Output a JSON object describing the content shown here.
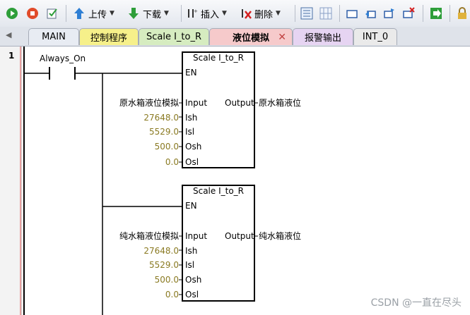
{
  "toolbar": {
    "upload_label": "上传",
    "download_label": "下载",
    "insert_label": "插入",
    "delete_label": "删除"
  },
  "tabs": [
    {
      "label": "MAIN",
      "color": "#e8ecf3"
    },
    {
      "label": "控制程序",
      "color": "#f6f08a"
    },
    {
      "label": "Scale I_to_R",
      "color": "#d6ecc0"
    },
    {
      "label": "液位模拟",
      "color": "#f6cacb",
      "active": true
    },
    {
      "label": "报警输出",
      "color": "#e6d4f2"
    },
    {
      "label": "INT_0",
      "color": "#eaeaea"
    }
  ],
  "network": {
    "number": "1"
  },
  "contact": {
    "label": "Always_On"
  },
  "blocks": [
    {
      "title": "Scale I_to_R",
      "en": "EN",
      "pins": [
        "Input",
        "Ish",
        "Isl",
        "Osh",
        "Osl"
      ],
      "output_pin": "Output",
      "input_var": "原水箱液位模拟",
      "values": [
        "27648.0",
        "5529.0",
        "500.0",
        "0.0"
      ],
      "output_var": "原水箱液位"
    },
    {
      "title": "Scale I_to_R",
      "en": "EN",
      "pins": [
        "Input",
        "Ish",
        "Isl",
        "Osh",
        "Osl"
      ],
      "output_pin": "Output",
      "input_var": "纯水箱液位模拟",
      "values": [
        "27648.0",
        "5529.0",
        "500.0",
        "0.0"
      ],
      "output_var": "纯水箱液位"
    }
  ],
  "watermark": "CSDN @一直在尽头"
}
